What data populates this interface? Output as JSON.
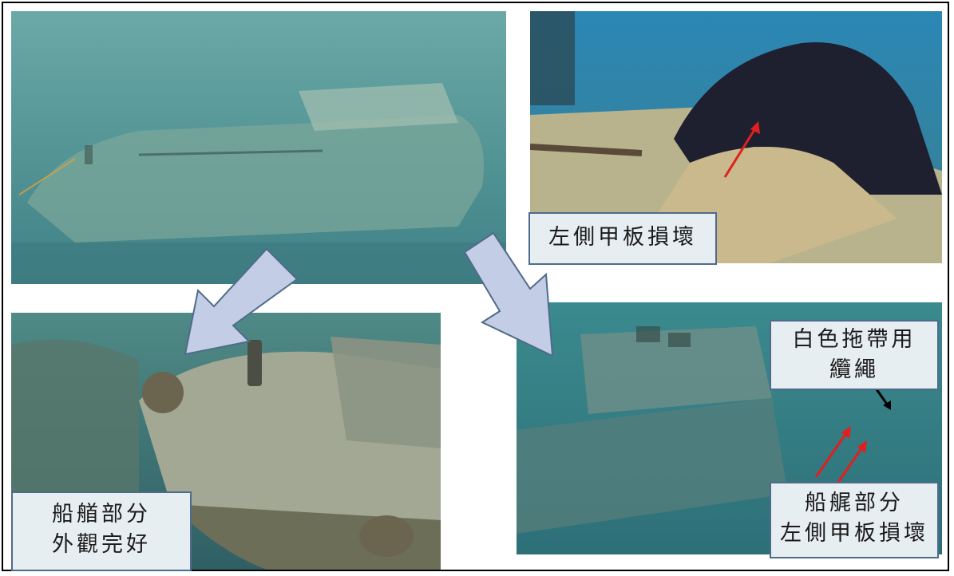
{
  "labels": {
    "top_right": "左側甲板損壞",
    "bottom_left_line1": "船艏部分",
    "bottom_left_line2": "外觀完好",
    "bottom_right_top_line1": "白色拖帶用",
    "bottom_right_top_line2": "纜繩",
    "bottom_right_bottom_line1": "船艉部分",
    "bottom_right_bottom_line2": "左側甲板損壞"
  },
  "colors": {
    "water_light": "#5f9e98",
    "water_dark": "#2e6e7a",
    "label_bg": "#e6eef2",
    "label_border": "#4f6b8a",
    "annotation_arrow_red": "#e21f1f",
    "annotation_arrow_black": "#000000",
    "flow_arrow_fill": "#c3cde6",
    "flow_arrow_stroke": "#4f6b8a"
  },
  "icons": {
    "flow_arrows": "block-arrow-icon",
    "annotation_arrows": "pointer-arrow-icon"
  }
}
